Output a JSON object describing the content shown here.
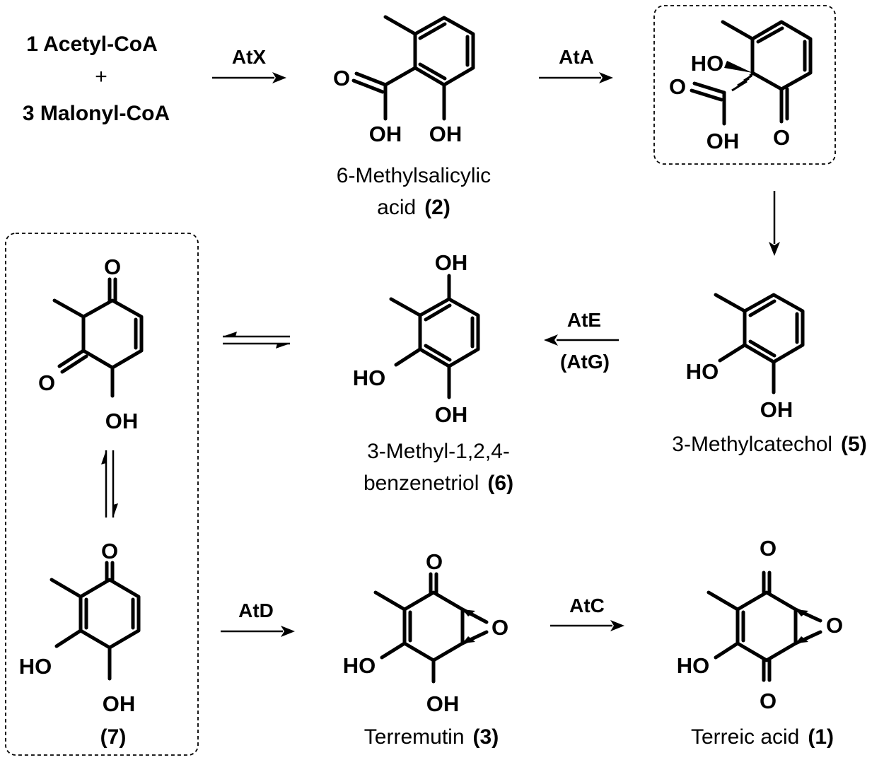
{
  "starting_materials": {
    "line1": "1 Acetyl-CoA",
    "plus": "+",
    "line2": "3 Malonyl-CoA"
  },
  "enzymes": {
    "atx": "AtX",
    "ata": "AtA",
    "ate": "AtE",
    "atg": "(AtG)",
    "atd": "AtD",
    "atc": "AtC"
  },
  "compounds": {
    "c2": {
      "name_line1": "6-Methylsalicylic",
      "name_line2": "acid",
      "number": "(2)"
    },
    "c5": {
      "name": "3-Methylcatechol",
      "number": "(5)"
    },
    "c6": {
      "name_line1": "3-Methyl-1,2,4-",
      "name_line2": "benzenetriol",
      "number": "(6)"
    },
    "c7": {
      "number": "(7)"
    },
    "c3": {
      "name": "Terremutin",
      "number": "(3)"
    },
    "c1": {
      "name": "Terreic acid",
      "number": "(1)"
    }
  },
  "atoms": {
    "O": "O",
    "OH": "OH",
    "HO": "HO"
  }
}
